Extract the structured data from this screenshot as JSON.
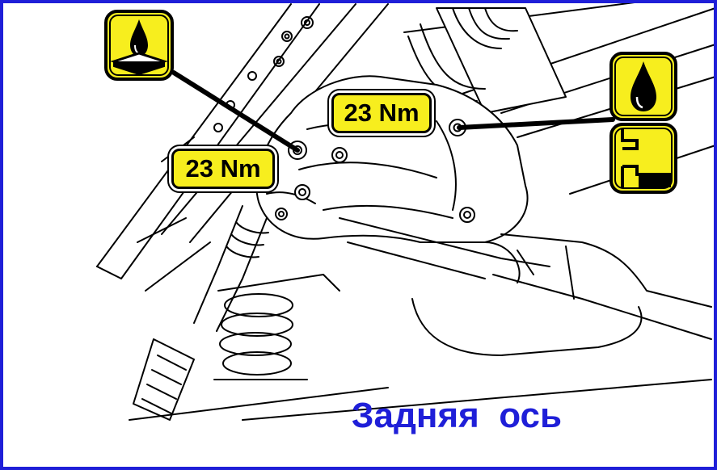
{
  "diagram": {
    "torque_labels": [
      {
        "value": "23 Nm"
      },
      {
        "value": "23 Nm"
      }
    ],
    "caption": "Задняя  ось",
    "icons": [
      {
        "name": "grease-lubricant-icon"
      },
      {
        "name": "oil-drop-icon"
      },
      {
        "name": "fluid-level-icon"
      }
    ],
    "colors": {
      "frame": "#1f1fd8",
      "caption": "#1f1fd8",
      "label_fill": "#f7ee1e",
      "line": "#000000"
    }
  }
}
